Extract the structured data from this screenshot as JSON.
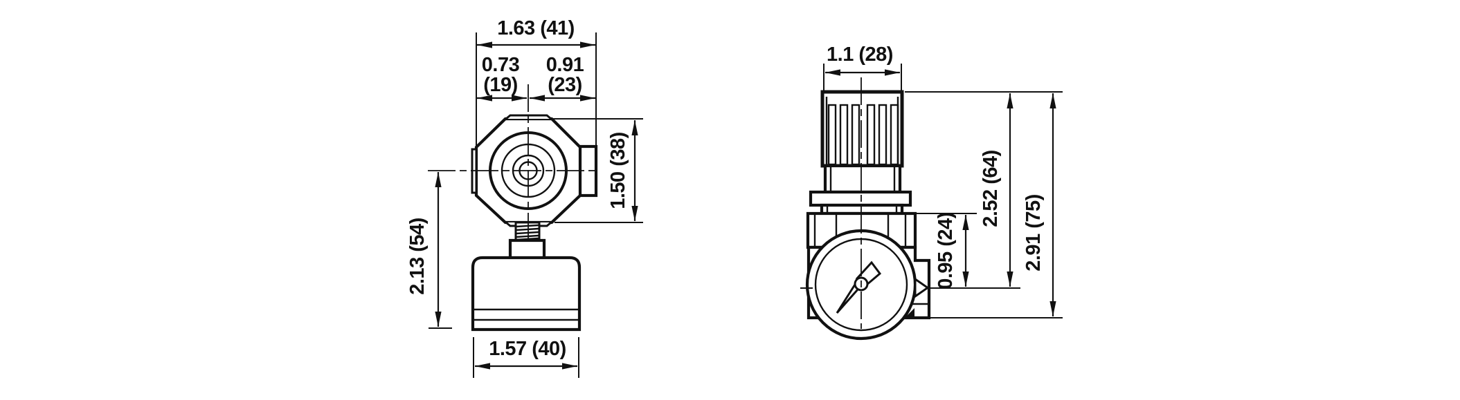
{
  "style": {
    "background": "#ffffff",
    "line_color": "#111111"
  },
  "top_view": {
    "dim_overall_width": "1.63 (41)",
    "dim_center_to_left_in": "0.73",
    "dim_center_to_left_mm": "(19)",
    "dim_center_to_right_in": "0.91",
    "dim_center_to_right_mm": "(23)",
    "dim_body_depth": "1.50 (38)",
    "dim_center_to_gauge_bottom": "2.13 (54)",
    "dim_gauge_width": "1.57 (40)"
  },
  "front_view": {
    "dim_knob_width": "1.1 (28)",
    "dim_body_top_to_port_center": "0.95 (24)",
    "dim_top_to_port_center": "2.52 (64)",
    "dim_overall_height": "2.91 (75)"
  }
}
